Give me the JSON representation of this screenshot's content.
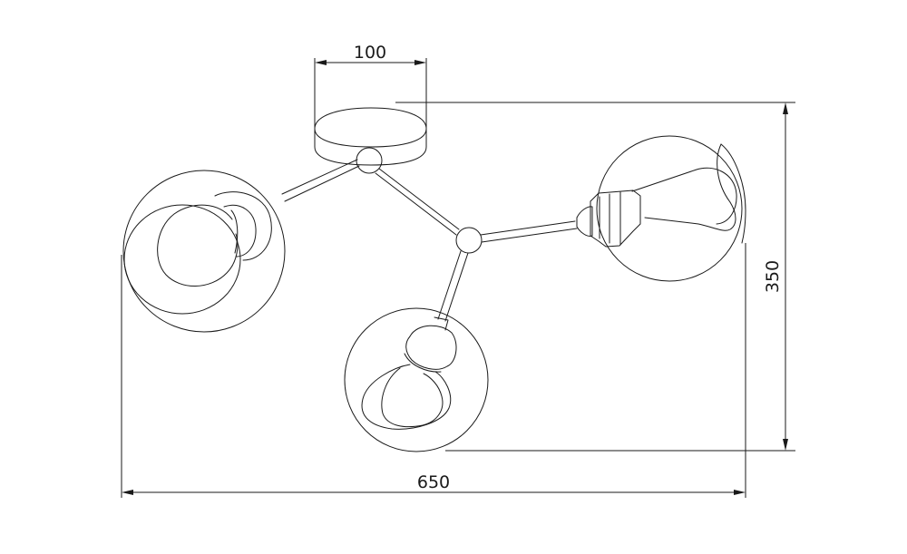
{
  "dimensions": {
    "top_width": "100",
    "overall_width": "650",
    "overall_height": "350"
  },
  "colors": {
    "line": "#1a1a1a",
    "background": "#ffffff"
  }
}
